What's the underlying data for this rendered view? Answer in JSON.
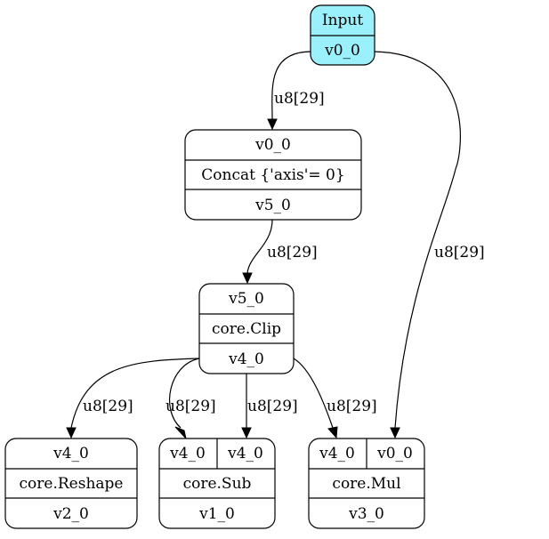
{
  "nodes": {
    "input": {
      "title": "Input",
      "output": "v0_0"
    },
    "concat": {
      "input": "v0_0",
      "op": "Concat {'axis'= 0}",
      "output": "v5_0"
    },
    "clip": {
      "input": "v5_0",
      "op": "core.Clip",
      "output": "v4_0"
    },
    "reshape": {
      "input": "v4_0",
      "op": "core.Reshape",
      "output": "v2_0"
    },
    "sub": {
      "input_a": "v4_0",
      "input_b": "v4_0",
      "op": "core.Sub",
      "output": "v1_0"
    },
    "mul": {
      "input_a": "v4_0",
      "input_b": "v0_0",
      "op": "core.Mul",
      "output": "v3_0"
    }
  },
  "edges": {
    "input_to_concat": "u8[29]",
    "input_to_mul": "u8[29]",
    "concat_to_clip": "u8[29]",
    "clip_to_reshape": "u8[29]",
    "clip_to_sub_a": "u8[29]",
    "clip_to_sub_b": "u8[29]",
    "clip_to_mul": "u8[29]"
  }
}
